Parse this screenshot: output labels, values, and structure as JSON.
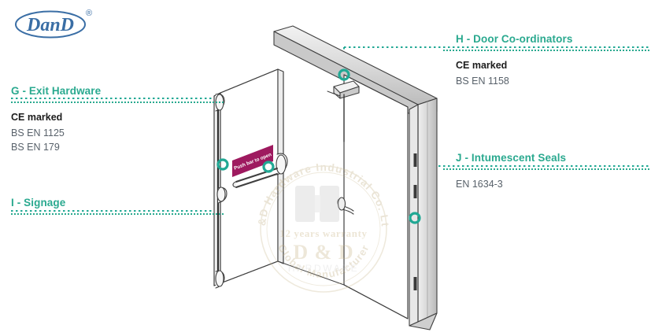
{
  "brand": {
    "logo_text": "DanD",
    "logo_registered_mark": "®",
    "logo_color": "#3a6ea5"
  },
  "theme": {
    "accent_teal": "#2aa98f",
    "marker_teal": "#21a894",
    "sign_magenta": "#9e1a5f",
    "heading_dark": "#1c1c1c",
    "body_gray": "#58616a",
    "line_gray": "#3f3f3f",
    "panel_fill": "#ffffff",
    "frame_fill": "#d9d9d9"
  },
  "callouts": [
    {
      "id": "G",
      "title": "G - Exit Hardware",
      "ce_label": "CE marked",
      "standards": [
        "BS EN 1125",
        "BS EN 179"
      ],
      "side": "left"
    },
    {
      "id": "I",
      "title": "I - Signage",
      "ce_label": "",
      "standards": [],
      "side": "left"
    },
    {
      "id": "H",
      "title": "H - Door Co-ordinators",
      "ce_label": "CE marked",
      "standards": [
        "BS EN 1158"
      ],
      "side": "right"
    },
    {
      "id": "J",
      "title": "J - Intumescent Seals",
      "ce_label": "",
      "standards": [
        "EN 1634-3"
      ],
      "side": "right"
    }
  ],
  "signage": {
    "label_text": "Push bar to open",
    "color": "#9e1a5f"
  },
  "watermark": {
    "ring_text_top": "D&D Hardware Industrial Co. Ltd",
    "line_warranty": "12 years warranty",
    "line_brand": "D & D",
    "line_sub": "HARDWARE",
    "ring_text_bottom": "Global Manufacturer"
  },
  "markers": [
    {
      "id": "G",
      "label": "exit-hardware-marker"
    },
    {
      "id": "I",
      "label": "signage-marker"
    },
    {
      "id": "H",
      "label": "door-coordinator-marker"
    },
    {
      "id": "J",
      "label": "intumescent-seal-marker"
    }
  ],
  "diagram": {
    "title": "Fire door assembly isometric with hardware callouts"
  }
}
